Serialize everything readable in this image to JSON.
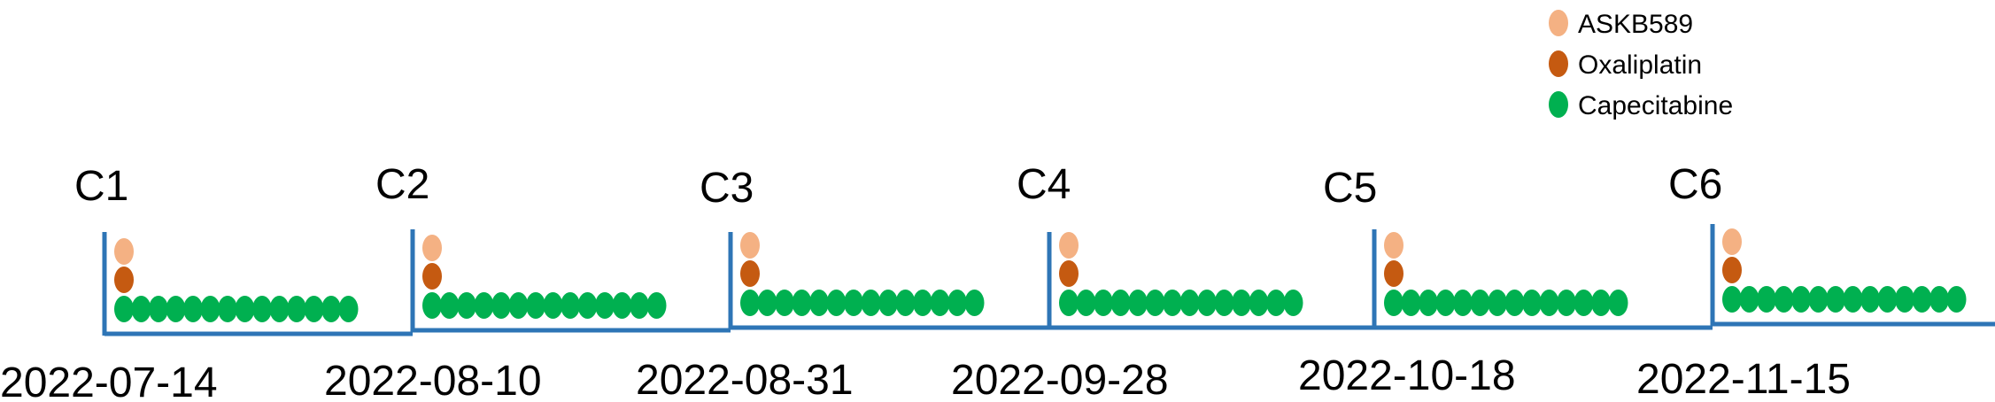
{
  "legend": [
    {
      "label": "ASKB589",
      "color": "#f4b183"
    },
    {
      "label": "Oxaliplatin",
      "color": "#c55a11"
    },
    {
      "label": "Capecitabine",
      "color": "#00b050"
    }
  ],
  "axis_color": "#2e75b6",
  "cycles": [
    {
      "label": "C1",
      "date": "2022-07-14",
      "askb589_doses": 1,
      "oxaliplatin_doses": 1,
      "capecitabine_doses": 14
    },
    {
      "label": "C2",
      "date": "2022-08-10",
      "askb589_doses": 1,
      "oxaliplatin_doses": 1,
      "capecitabine_doses": 14
    },
    {
      "label": "C3",
      "date": "2022-08-31",
      "askb589_doses": 1,
      "oxaliplatin_doses": 1,
      "capecitabine_doses": 14
    },
    {
      "label": "C4",
      "date": "2022-09-28",
      "askb589_doses": 1,
      "oxaliplatin_doses": 1,
      "capecitabine_doses": 14
    },
    {
      "label": "C5",
      "date": "2022-10-18",
      "askb589_doses": 1,
      "oxaliplatin_doses": 1,
      "capecitabine_doses": 14
    },
    {
      "label": "C6",
      "date": "2022-11-15",
      "askb589_doses": 1,
      "oxaliplatin_doses": 1,
      "capecitabine_doses": 14
    }
  ]
}
